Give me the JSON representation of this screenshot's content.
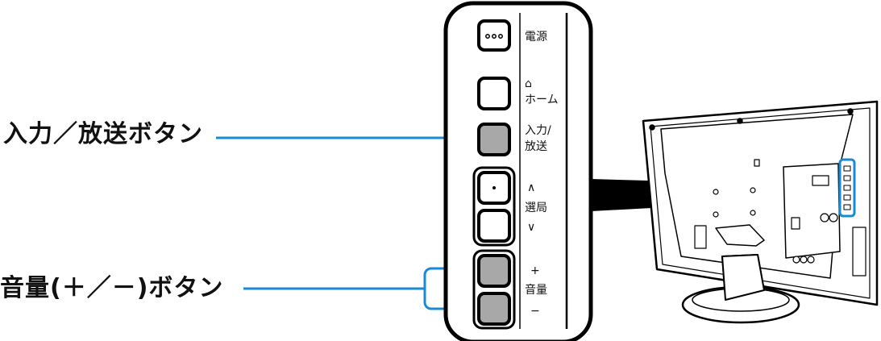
{
  "callouts": {
    "input_broadcast_button": "入力／放送ボタン",
    "volume_button": "音量(＋／－)ボタン"
  },
  "panel": {
    "power": "電源",
    "home_line1": "⌂",
    "home_line2": "ホーム",
    "input_line1": "入力/",
    "input_line2": "放送",
    "channel_up": "∧",
    "channel_label": "選局",
    "channel_down": "∨",
    "volume_plus": "+",
    "volume_label": "音量",
    "volume_minus": "−"
  },
  "colors": {
    "callout_line": "#1a8ad4",
    "highlight_button": "#a8a8a8",
    "panel_outline": "#000000"
  }
}
